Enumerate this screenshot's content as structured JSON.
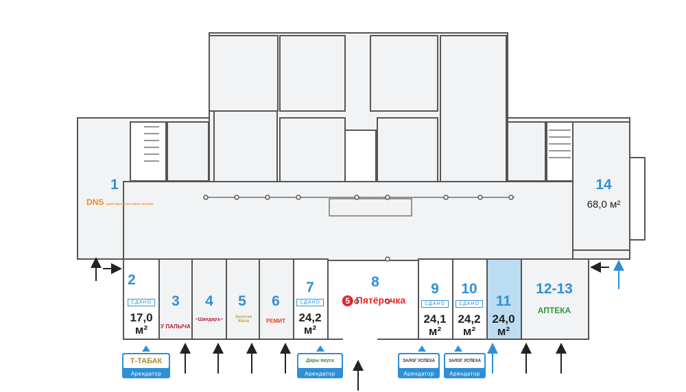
{
  "units": [
    {
      "number": "1",
      "brand": "DNS",
      "brand_sub": "ЦИФРОВАЯ И БЫТОВАЯ ТЕХНИКА"
    },
    {
      "number": "2",
      "status": "СДАНО",
      "area": "17,0",
      "unit": "м²"
    },
    {
      "number": "3",
      "brand": "У ПАЛЫЧА"
    },
    {
      "number": "4",
      "brand": "~Шандаръ~"
    },
    {
      "number": "5",
      "brand": "Золотая Жила"
    },
    {
      "number": "6",
      "brand": "РЕМИТ"
    },
    {
      "number": "7",
      "status": "СДАНО",
      "area": "24,2",
      "unit": "м²"
    },
    {
      "number": "8",
      "brand": "Пятёрочка",
      "brand_icon": "5"
    },
    {
      "number": "9",
      "status": "СДАНО",
      "area": "24,1",
      "unit": "м²"
    },
    {
      "number": "10",
      "status": "СДАНО",
      "area": "24,2",
      "unit": "м²"
    },
    {
      "number": "11",
      "area": "24,0",
      "unit": "м²"
    },
    {
      "number": "12-13",
      "brand": "АПТЕКА"
    },
    {
      "number": "14",
      "area": "68,0 м²"
    }
  ],
  "tenants": [
    {
      "name": "Т-ТАБАК",
      "label": "Арендатор"
    },
    {
      "name": "Дары вкуса",
      "label": "Арендатор"
    },
    {
      "name": "ЗАЛОГ УСПЕХА",
      "label": "Арендатор"
    },
    {
      "name": "ЗАЛОГ УСПЕХА",
      "label": "Арендатор"
    }
  ],
  "colors": {
    "accent": "#2d90d6",
    "highlight": "#bcdcf2",
    "floor": "#f2f3f4",
    "wall": "#555555"
  }
}
